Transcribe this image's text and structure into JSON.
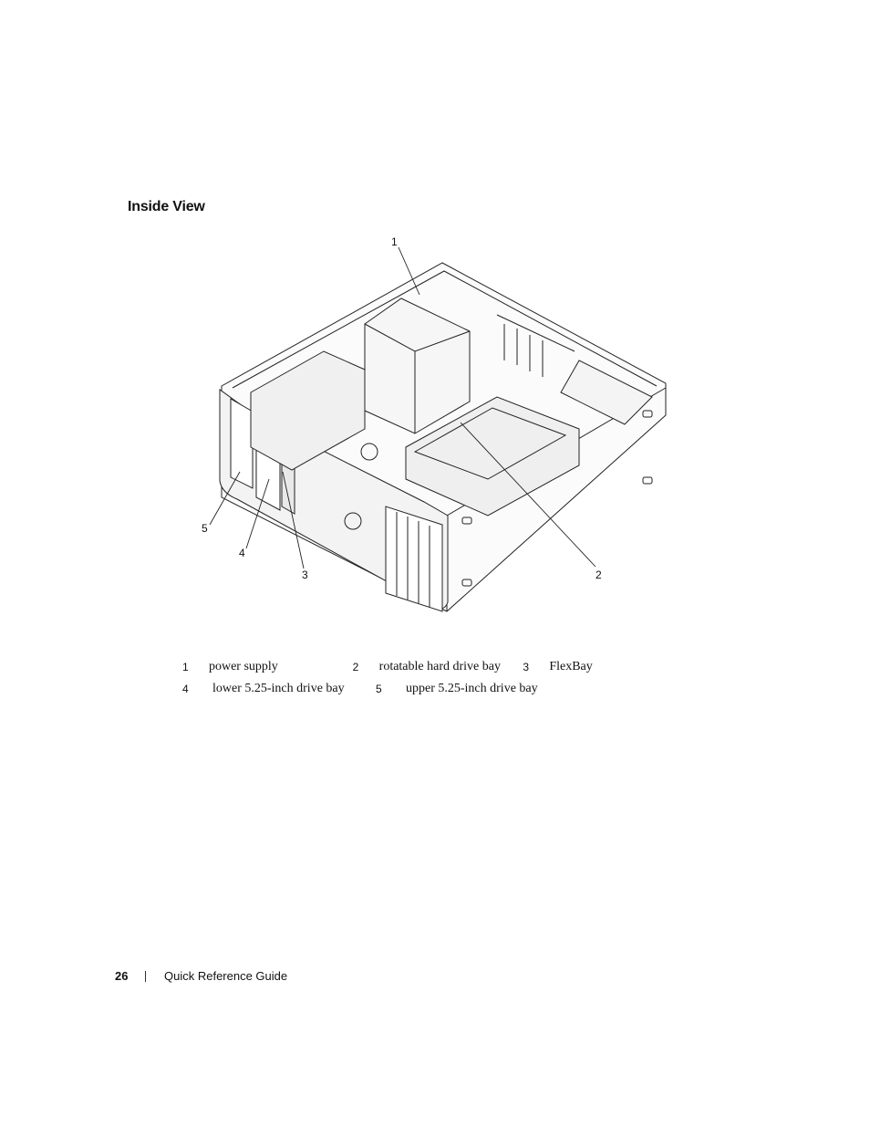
{
  "section": {
    "title": "Inside View"
  },
  "figure": {
    "callouts": [
      "1",
      "2",
      "3",
      "4",
      "5"
    ]
  },
  "legend": [
    [
      {
        "num": "1",
        "text": "power supply"
      },
      {
        "num": "2",
        "text": "rotatable hard drive bay"
      },
      {
        "num": "3",
        "text": "FlexBay"
      }
    ],
    [
      {
        "num": "4",
        "text": "lower 5.25-inch drive bay"
      },
      {
        "num": "5",
        "text": "upper 5.25-inch drive bay"
      }
    ]
  ],
  "footer": {
    "page_number": "26",
    "doc_title": "Quick Reference Guide"
  }
}
